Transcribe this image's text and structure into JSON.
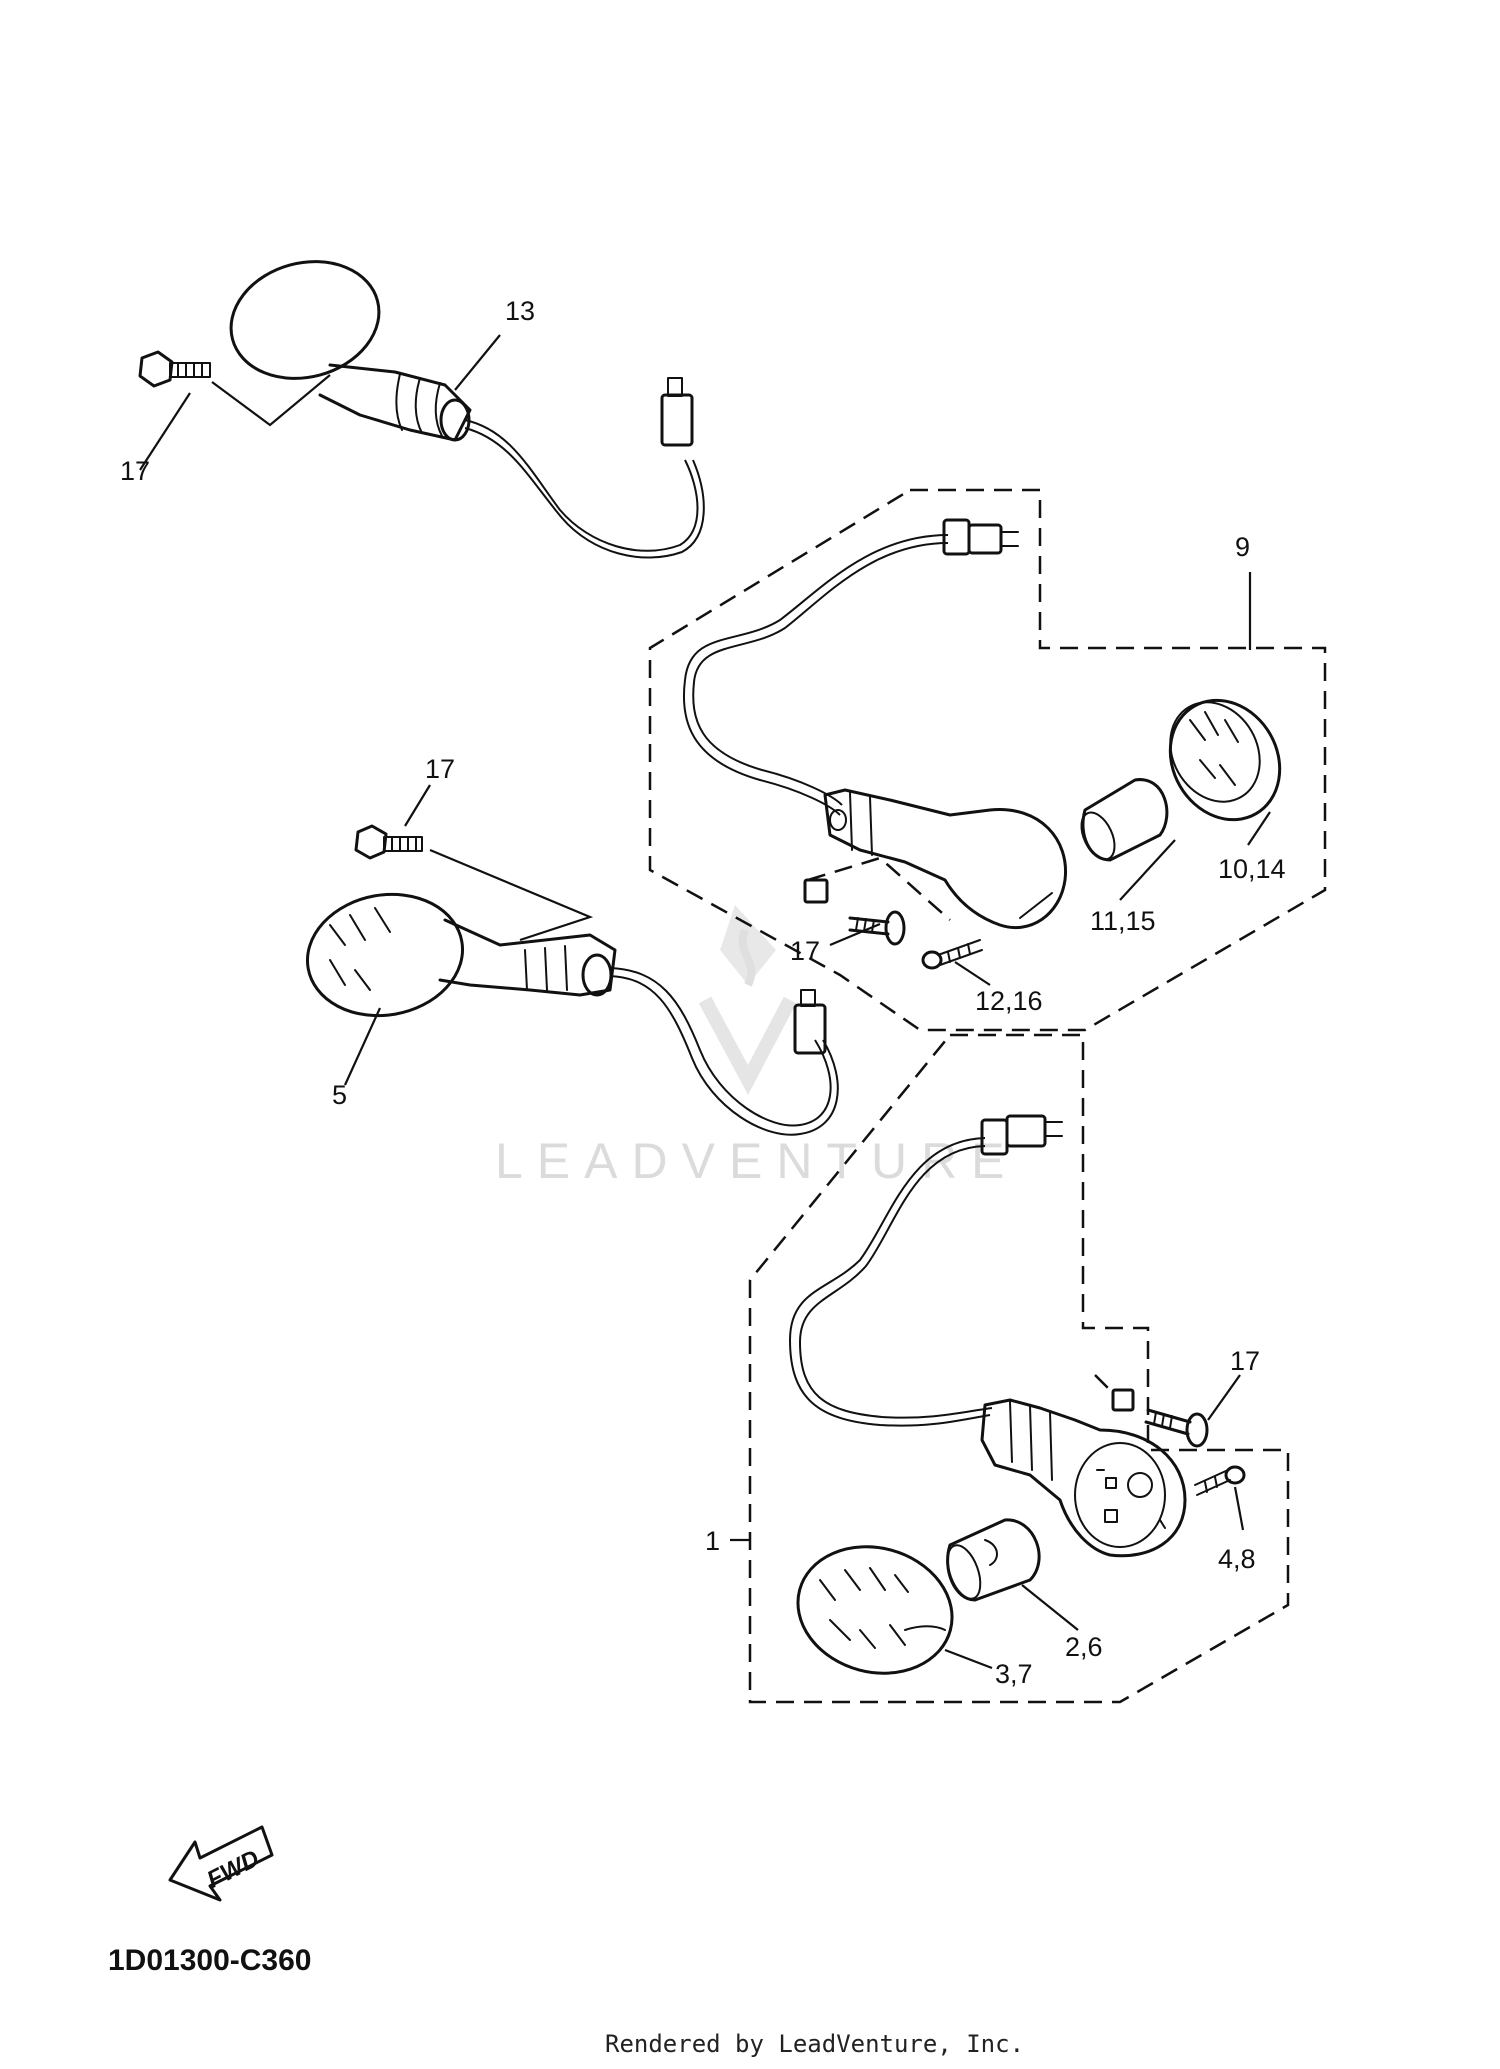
{
  "labels": {
    "l13": "13",
    "l17a": "17",
    "l9": "9",
    "l17b": "17",
    "l10_14": "10,14",
    "l11_15": "11,15",
    "l17c": "17",
    "l12_16": "12,16",
    "l5": "5",
    "l17d": "17",
    "l1": "1",
    "l4_8": "4,8",
    "l2_6": "2,6",
    "l3_7": "3,7"
  },
  "fwd_label": "FWD",
  "diagram_code": "1D01300-C360",
  "footer": "Rendered by LeadVenture, Inc.",
  "watermark": "LEADVENTURE"
}
